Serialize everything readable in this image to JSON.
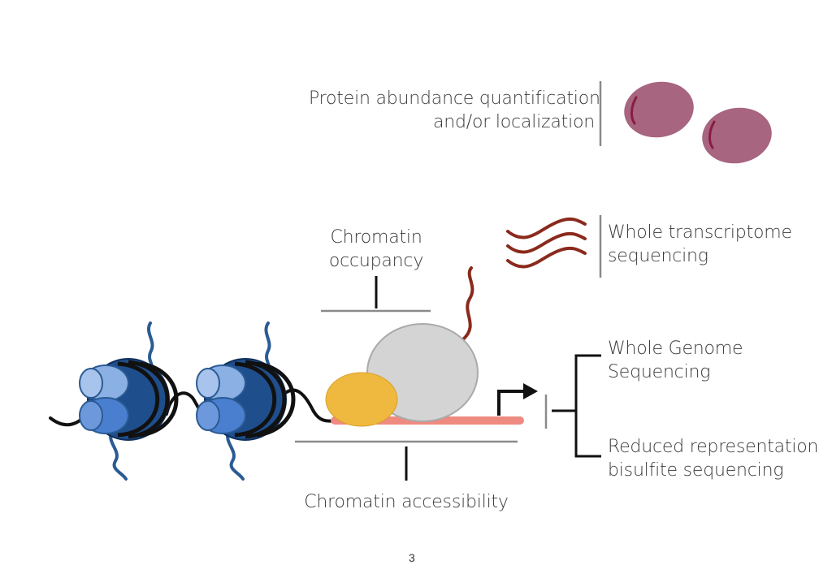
{
  "labels": {
    "protein": [
      "Protein abundance quantification",
      "and/or localization"
    ],
    "transcriptome": [
      "Whole transcriptome",
      "sequencing"
    ],
    "occupancy": [
      "Chromatin",
      "occupancy"
    ],
    "wgs": [
      "Whole Genome",
      "Sequencing"
    ],
    "rrbs": [
      "Reduced representation",
      "bisulfite sequencing"
    ],
    "accessibility": "Chromatin accessibility"
  },
  "page_number": "3",
  "colors": {
    "histone_dark": "#1f4e8c",
    "histone_mid": "#4a7fd0",
    "histone_light": "#8bb0e3",
    "tail": "#2a5b94",
    "protein": "#a7657f",
    "rna": "#8a2a1c",
    "polymerase": "#d4d4d4",
    "tf": "#eeb93e",
    "dna_gene": "#ef8a80",
    "bracket": "#8a8a8a"
  }
}
